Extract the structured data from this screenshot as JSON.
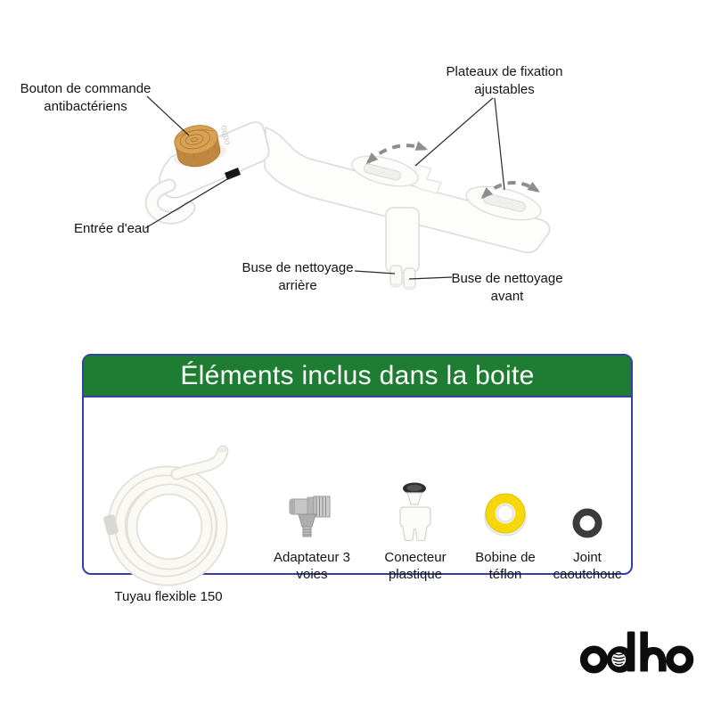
{
  "diagram": {
    "labels": {
      "knob": "Bouton de commande antibactériens",
      "plates": "Plateaux de fixation ajustables",
      "water_inlet": "Entrée d'eau",
      "rear_nozzle": "Buse de nettoyage arrière",
      "front_nozzle": "Buse de nettoyage avant"
    },
    "device_marking": "odho"
  },
  "included_box": {
    "title": "Éléments inclus dans la boite",
    "items": [
      {
        "icon": "hose-coil-icon",
        "label": "Tuyau flexible 150"
      },
      {
        "icon": "t-adapter-icon",
        "label": "Adaptateur 3 voies"
      },
      {
        "icon": "plastic-connector-icon",
        "label": "Conecteur plastique"
      },
      {
        "icon": "teflon-tape-icon",
        "label": "Bobine de téflon"
      },
      {
        "icon": "rubber-ring-icon",
        "label": "Joint caoutchouc"
      }
    ]
  },
  "brand": {
    "logo_text": "odho"
  },
  "colors": {
    "header_green": "#1f7d33",
    "box_border_blue": "#3340a8",
    "knob_wood": "#d7a254",
    "teflon_yellow": "#f5d70a",
    "logo_black": "#0d0d0d"
  }
}
